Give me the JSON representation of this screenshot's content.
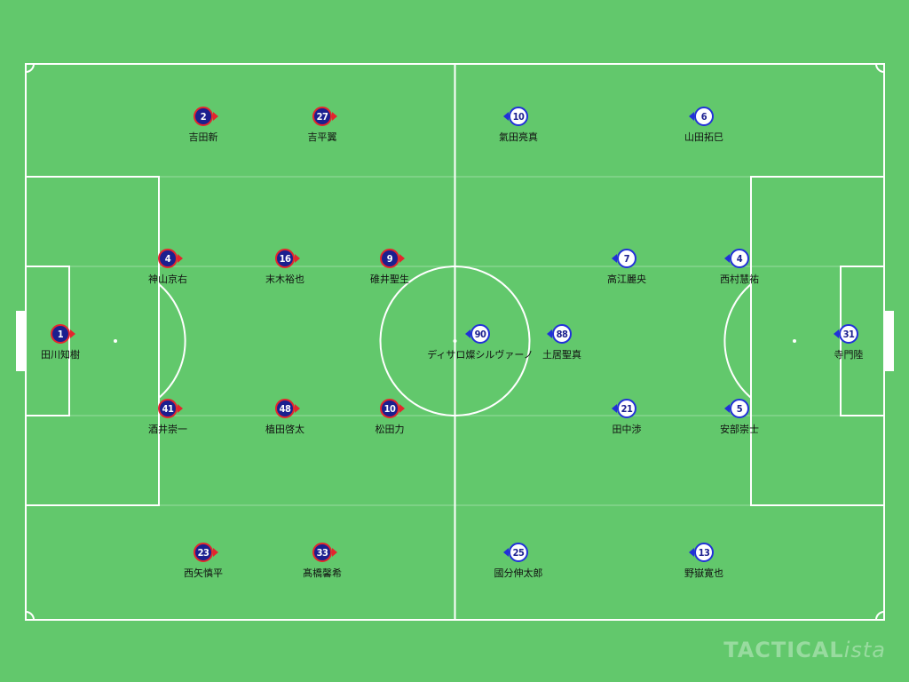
{
  "teams": {
    "home": {
      "colors": {
        "primary": "#1b1f8f",
        "accent": "#e4242d"
      },
      "players": [
        {
          "number": "1",
          "name": "田川知樹"
        },
        {
          "number": "2",
          "name": "吉田新"
        },
        {
          "number": "27",
          "name": "吉平翼"
        },
        {
          "number": "4",
          "name": "神山京右"
        },
        {
          "number": "16",
          "name": "末木裕也"
        },
        {
          "number": "9",
          "name": "碓井聖生"
        },
        {
          "number": "41",
          "name": "酒井崇一"
        },
        {
          "number": "48",
          "name": "植田啓太"
        },
        {
          "number": "10",
          "name": "松田力"
        },
        {
          "number": "23",
          "name": "西矢慎平"
        },
        {
          "number": "33",
          "name": "髙橋馨希"
        }
      ]
    },
    "away": {
      "colors": {
        "primary": "#ffffff",
        "accent": "#2130d8"
      },
      "players": [
        {
          "number": "10",
          "name": "氣田亮真"
        },
        {
          "number": "6",
          "name": "山田拓巳"
        },
        {
          "number": "7",
          "name": "高江麗央"
        },
        {
          "number": "4",
          "name": "西村慧祐"
        },
        {
          "number": "90",
          "name": "ディサロ燦シルヴァーノ"
        },
        {
          "number": "88",
          "name": "土居聖真"
        },
        {
          "number": "31",
          "name": "寺門陸"
        },
        {
          "number": "21",
          "name": "田中渉"
        },
        {
          "number": "5",
          "name": "安部崇士"
        },
        {
          "number": "25",
          "name": "國分伸太郎"
        },
        {
          "number": "13",
          "name": "野嶽寛也"
        }
      ]
    }
  },
  "pitch": {
    "grass": "#62c86c",
    "lines": "#ffffff"
  },
  "brand": {
    "main": "TACTICAL",
    "suffix": "ista"
  }
}
